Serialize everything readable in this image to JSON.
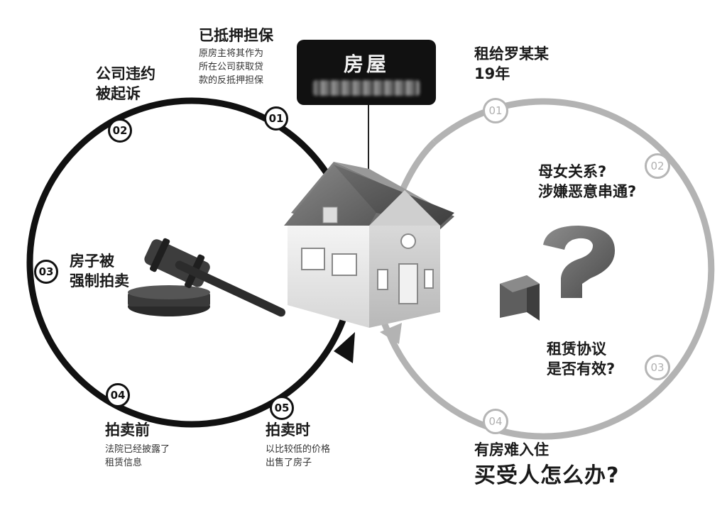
{
  "house_sign": {
    "title": "房屋"
  },
  "left_cycle": {
    "steps": [
      {
        "num": "01",
        "title": "已抵押担保",
        "desc": [
          "原房主将其作为",
          "所在公司获取贷",
          "款的反抵押担保"
        ]
      },
      {
        "num": "02",
        "title": [
          "公司违约",
          "被起诉"
        ]
      },
      {
        "num": "03",
        "title": [
          "房子被",
          "强制拍卖"
        ]
      },
      {
        "num": "04",
        "title": "拍卖前",
        "desc": [
          "法院已经披露了",
          "租赁信息"
        ]
      },
      {
        "num": "05",
        "title": "拍卖时",
        "desc": [
          "以比较低的价格",
          "出售了房子"
        ]
      }
    ]
  },
  "right_cycle": {
    "steps": [
      {
        "num": "01",
        "title": [
          "租给罗某某",
          "19年"
        ]
      },
      {
        "num": "02",
        "title": [
          "母女关系?",
          "涉嫌恶意串通?"
        ]
      },
      {
        "num": "03",
        "title": [
          "租赁协议",
          "是否有效?"
        ]
      },
      {
        "num": "04",
        "title": "有房难入住",
        "headline": "买受人怎么办?"
      }
    ]
  },
  "icons": [
    "gavel-icon",
    "house-icon",
    "question-mark-icon"
  ],
  "colors": {
    "dark_ring": "#111111",
    "light_ring": "#b3b3b3",
    "sign_bg": "#111111"
  }
}
